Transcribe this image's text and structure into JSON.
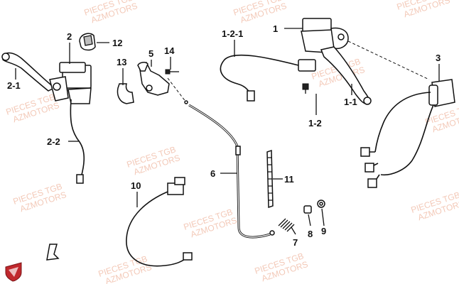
{
  "watermarks": [
    {
      "line1": "PIECES TGB",
      "line2": "AZMOTORS"
    }
  ],
  "labels": {
    "l_1": "1",
    "l_1_1": "1-1",
    "l_1_2": "1-2",
    "l_1_2_1": "1-2-1",
    "l_2": "2",
    "l_2_1": "2-1",
    "l_2_2": "2-2",
    "l_3": "3",
    "l_5": "5",
    "l_6": "6",
    "l_7": "7",
    "l_8": "8",
    "l_9": "9",
    "l_10": "10",
    "l_11": "11",
    "l_12": "12",
    "l_13": "13",
    "l_14": "14"
  },
  "colors": {
    "watermark": "#f3c9b8",
    "line": "#111111",
    "logo": "#c0282d"
  },
  "icons": {
    "logo": "shield-logo-icon"
  }
}
